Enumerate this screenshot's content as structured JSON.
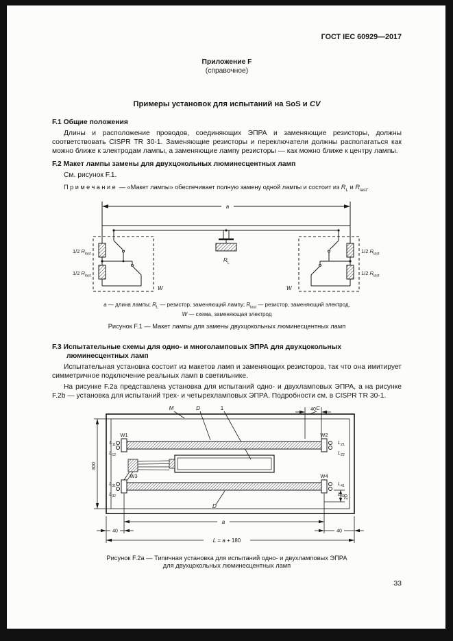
{
  "page": {
    "header": "ГОСТ IEC 60929—2017",
    "appendix_label": "Приложение F",
    "appendix_kind": "(справочное)",
    "title_prefix": "Примеры установок для испытаний на SoS и ",
    "title_cv": "CV",
    "page_number": "33"
  },
  "f1": {
    "heading": "F.1 Общие положения",
    "paragraph": "Длины и расположение проводов, соединяющих ЭПРА и заменяющие резисторы, должны соответствовать CISPR TR 30-1. Заменяющие резисторы и переключатели должны располагаться как можно ближе к электродам лампы, а заменяющие лампу резисторы — как можно ближе к центру лампы."
  },
  "f2": {
    "heading": "F.2 Макет лампы замены для двухцокольных люминесцентных ламп",
    "see_figure": "См. рисунок F.1.",
    "note_label": "Примечание",
    "note_mid": " — «Макет лампы» обеспечивает полную замену одной лампы и состоит из ",
    "and_word": " и ",
    "dot": "."
  },
  "sym": {
    "r": "R",
    "sub_l": "L",
    "sub_last": "last",
    "half": "1/2 ",
    "w": "W",
    "a": "a"
  },
  "fig1": {
    "legend": {
      "p1": " — длина лампы; ",
      "p2": " — резистор, заменяющий лампу; ",
      "p3": " — резистор, заменяющий электрод,",
      "p4": " — схема, заменяющая электрод"
    },
    "caption": "Рисунок F.1 — Макет лампы для замены двухцокольных люминесцентных ламп"
  },
  "f3": {
    "heading": "F.3 Испытательные схемы для одно- и многоламповых ЭПРА для двухцокольных люминесцентных ламп",
    "p1": "Испытательная установка состоит из макетов ламп и заменяющих резисторов, так что она имитирует симметричное подключение реальных ламп в светильнике.",
    "p2": "На рисунке F.2a представлена установка для испытаний одно- и двухламповых ЭПРА, а на рисунке F.2b — установка для испытаний трех- и четырехламповых ЭПРА. Подробности см. в CISPR TR 30-1."
  },
  "fig2": {
    "labels": {
      "m": "M",
      "d": "D",
      "item": "1",
      "c": "C",
      "w1": "W1",
      "w2": "W2",
      "w3": "W3",
      "w4": "W4",
      "dim40": "40",
      "dim300": "300",
      "dim20": "20",
      "dim_a": "a",
      "l": "L",
      "s11": "11",
      "s12": "12",
      "s21": "21",
      "s22": "22",
      "s31": "31",
      "s32": "32",
      "s41": "41",
      "s42": "42",
      "formula_eq": " = ",
      "formula_plus": " + 180"
    },
    "caption1": "Рисунок F.2a — Типичная установка для испытаний одно- и двухламповых ЭПРА",
    "caption2": "для двухцокольных люминесцентных ламп"
  }
}
